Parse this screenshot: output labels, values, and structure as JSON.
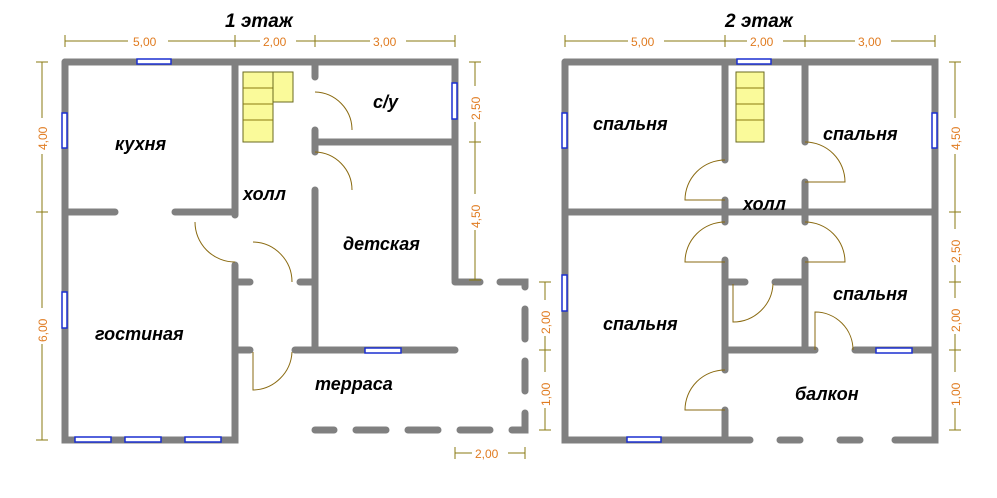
{
  "floor1": {
    "title": "1 этаж",
    "rooms": [
      "кухня",
      "с/у",
      "холл",
      "детская",
      "гостиная",
      "терраса"
    ],
    "dims": {
      "top": [
        "5,00",
        "2,00",
        "3,00"
      ],
      "left": [
        "4,00",
        "6,00"
      ],
      "right": [
        "2,50",
        "4,50"
      ],
      "terrace_right": [
        "2,00",
        "1,00"
      ],
      "terrace_bottom": "2,00"
    }
  },
  "floor2": {
    "title": "2 этаж",
    "rooms": [
      "спальня",
      "спальня",
      "холл",
      "спальня",
      "спальня",
      "балкон"
    ],
    "dims": {
      "top": [
        "5,00",
        "2,00",
        "3,00"
      ],
      "right": [
        "4,50",
        "2,50",
        "2,00",
        "1,00"
      ]
    }
  },
  "colors": {
    "wall": "#808080",
    "dimension": "#8a7a10",
    "dimension_text": "#e07b20",
    "window": "#1a2fd0",
    "stairs": "#fafa9a"
  }
}
